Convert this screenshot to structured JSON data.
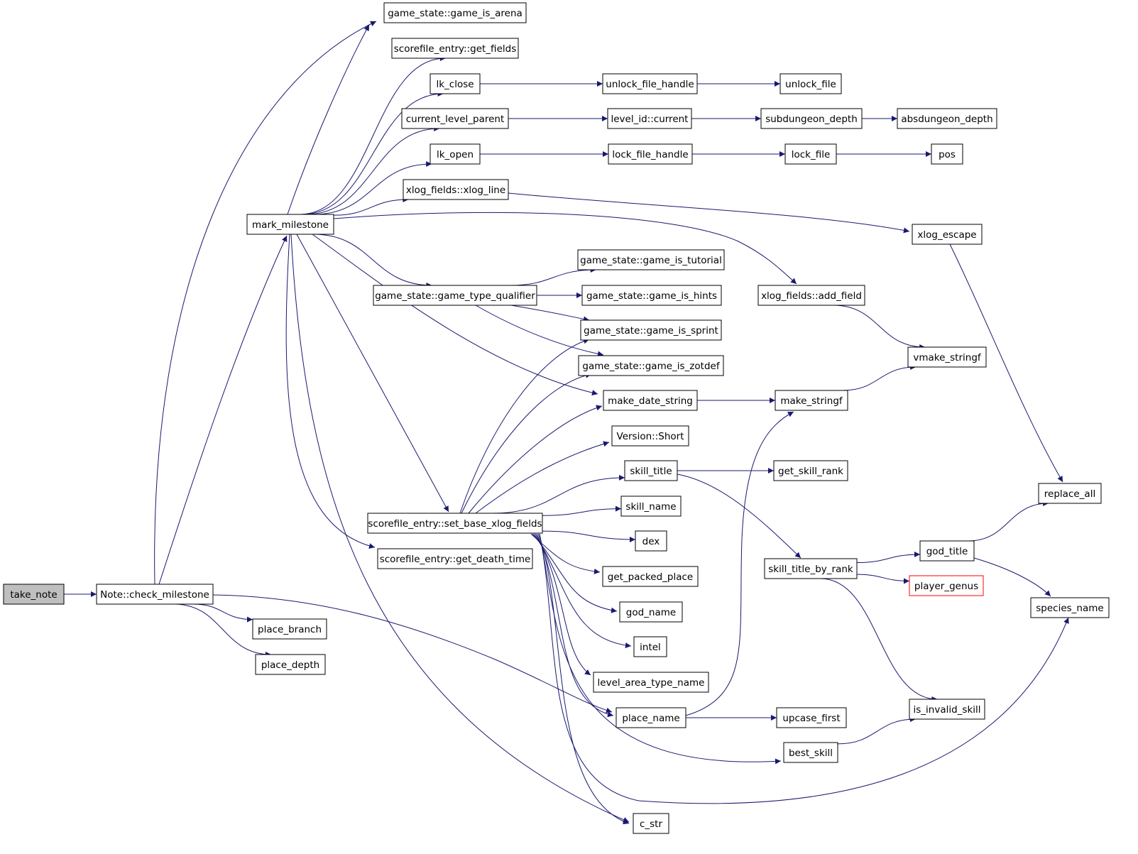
{
  "graph": {
    "edge_color": "#191970",
    "root_fill": "#bfbfbf",
    "external_border": "#ff0000",
    "nodes": [
      {
        "id": "take_note",
        "label": "take_note",
        "style": "root"
      },
      {
        "id": "check_milestone",
        "label": "Note::check_milestone"
      },
      {
        "id": "mark_milestone",
        "label": "mark_milestone"
      },
      {
        "id": "place_branch",
        "label": "place_branch"
      },
      {
        "id": "place_depth",
        "label": "place_depth"
      },
      {
        "id": "game_is_arena",
        "label": "game_state::game_is_arena"
      },
      {
        "id": "get_fields",
        "label": "scorefile_entry::get_fields"
      },
      {
        "id": "lk_close",
        "label": "lk_close"
      },
      {
        "id": "current_level_parent",
        "label": "current_level_parent"
      },
      {
        "id": "lk_open",
        "label": "lk_open"
      },
      {
        "id": "xlog_line",
        "label": "xlog_fields::xlog_line"
      },
      {
        "id": "game_type_qualifier",
        "label": "game_state::game_type_qualifier"
      },
      {
        "id": "set_base_xlog_fields",
        "label": "scorefile_entry::set_base_xlog_fields"
      },
      {
        "id": "get_death_time",
        "label": "scorefile_entry::get_death_time"
      },
      {
        "id": "unlock_file_handle",
        "label": "unlock_file_handle"
      },
      {
        "id": "level_id_current",
        "label": "level_id::current"
      },
      {
        "id": "lock_file_handle",
        "label": "lock_file_handle"
      },
      {
        "id": "game_is_tutorial",
        "label": "game_state::game_is_tutorial"
      },
      {
        "id": "game_is_hints",
        "label": "game_state::game_is_hints"
      },
      {
        "id": "game_is_sprint",
        "label": "game_state::game_is_sprint"
      },
      {
        "id": "game_is_zotdef",
        "label": "game_state::game_is_zotdef"
      },
      {
        "id": "make_date_string",
        "label": "make_date_string"
      },
      {
        "id": "version_short",
        "label": "Version::Short"
      },
      {
        "id": "skill_title",
        "label": "skill_title"
      },
      {
        "id": "skill_name",
        "label": "skill_name"
      },
      {
        "id": "dex",
        "label": "dex"
      },
      {
        "id": "get_packed_place",
        "label": "get_packed_place"
      },
      {
        "id": "god_name",
        "label": "god_name"
      },
      {
        "id": "intel",
        "label": "intel"
      },
      {
        "id": "level_area_type_name",
        "label": "level_area_type_name"
      },
      {
        "id": "place_name",
        "label": "place_name"
      },
      {
        "id": "c_str",
        "label": "c_str"
      },
      {
        "id": "unlock_file",
        "label": "unlock_file"
      },
      {
        "id": "subdungeon_depth",
        "label": "subdungeon_depth"
      },
      {
        "id": "lock_file",
        "label": "lock_file"
      },
      {
        "id": "xlog_add_field",
        "label": "xlog_fields::add_field"
      },
      {
        "id": "make_stringf",
        "label": "make_stringf"
      },
      {
        "id": "get_skill_rank",
        "label": "get_skill_rank"
      },
      {
        "id": "skill_title_by_rank",
        "label": "skill_title_by_rank"
      },
      {
        "id": "upcase_first",
        "label": "upcase_first"
      },
      {
        "id": "best_skill",
        "label": "best_skill"
      },
      {
        "id": "absdungeon_depth",
        "label": "absdungeon_depth"
      },
      {
        "id": "pos",
        "label": "pos"
      },
      {
        "id": "xlog_escape",
        "label": "xlog_escape"
      },
      {
        "id": "vmake_stringf",
        "label": "vmake_stringf"
      },
      {
        "id": "god_title",
        "label": "god_title"
      },
      {
        "id": "player_genus",
        "label": "player_genus",
        "style": "external"
      },
      {
        "id": "is_invalid_skill",
        "label": "is_invalid_skill"
      },
      {
        "id": "replace_all",
        "label": "replace_all"
      },
      {
        "id": "species_name",
        "label": "species_name"
      }
    ],
    "edges": [
      [
        "take_note",
        "check_milestone"
      ],
      [
        "check_milestone",
        "mark_milestone"
      ],
      [
        "check_milestone",
        "game_is_arena"
      ],
      [
        "check_milestone",
        "place_branch"
      ],
      [
        "check_milestone",
        "place_depth"
      ],
      [
        "check_milestone",
        "place_name"
      ],
      [
        "mark_milestone",
        "game_is_arena"
      ],
      [
        "mark_milestone",
        "get_fields"
      ],
      [
        "mark_milestone",
        "lk_close"
      ],
      [
        "mark_milestone",
        "current_level_parent"
      ],
      [
        "mark_milestone",
        "lk_open"
      ],
      [
        "mark_milestone",
        "xlog_line"
      ],
      [
        "mark_milestone",
        "xlog_add_field"
      ],
      [
        "mark_milestone",
        "game_type_qualifier"
      ],
      [
        "mark_milestone",
        "make_date_string"
      ],
      [
        "mark_milestone",
        "set_base_xlog_fields"
      ],
      [
        "mark_milestone",
        "get_death_time"
      ],
      [
        "mark_milestone",
        "c_str"
      ],
      [
        "lk_close",
        "unlock_file_handle"
      ],
      [
        "unlock_file_handle",
        "unlock_file"
      ],
      [
        "current_level_parent",
        "level_id_current"
      ],
      [
        "level_id_current",
        "subdungeon_depth"
      ],
      [
        "subdungeon_depth",
        "absdungeon_depth"
      ],
      [
        "lk_open",
        "lock_file_handle"
      ],
      [
        "lock_file_handle",
        "lock_file"
      ],
      [
        "lock_file",
        "pos"
      ],
      [
        "xlog_line",
        "xlog_escape"
      ],
      [
        "xlog_escape",
        "replace_all"
      ],
      [
        "xlog_add_field",
        "vmake_stringf"
      ],
      [
        "game_type_qualifier",
        "game_is_tutorial"
      ],
      [
        "game_type_qualifier",
        "game_is_hints"
      ],
      [
        "game_type_qualifier",
        "game_is_sprint"
      ],
      [
        "game_type_qualifier",
        "game_is_zotdef"
      ],
      [
        "set_base_xlog_fields",
        "game_is_sprint"
      ],
      [
        "set_base_xlog_fields",
        "game_is_zotdef"
      ],
      [
        "set_base_xlog_fields",
        "make_date_string"
      ],
      [
        "set_base_xlog_fields",
        "version_short"
      ],
      [
        "set_base_xlog_fields",
        "skill_title"
      ],
      [
        "set_base_xlog_fields",
        "skill_name"
      ],
      [
        "set_base_xlog_fields",
        "dex"
      ],
      [
        "set_base_xlog_fields",
        "get_packed_place"
      ],
      [
        "set_base_xlog_fields",
        "god_name"
      ],
      [
        "set_base_xlog_fields",
        "intel"
      ],
      [
        "set_base_xlog_fields",
        "level_area_type_name"
      ],
      [
        "set_base_xlog_fields",
        "place_name"
      ],
      [
        "set_base_xlog_fields",
        "best_skill"
      ],
      [
        "set_base_xlog_fields",
        "species_name"
      ],
      [
        "set_base_xlog_fields",
        "c_str"
      ],
      [
        "make_date_string",
        "make_stringf"
      ],
      [
        "make_stringf",
        "vmake_stringf"
      ],
      [
        "place_name",
        "make_stringf"
      ],
      [
        "place_name",
        "upcase_first"
      ],
      [
        "skill_title",
        "get_skill_rank"
      ],
      [
        "skill_title",
        "skill_title_by_rank"
      ],
      [
        "skill_title_by_rank",
        "god_title"
      ],
      [
        "skill_title_by_rank",
        "player_genus"
      ],
      [
        "skill_title_by_rank",
        "is_invalid_skill"
      ],
      [
        "best_skill",
        "is_invalid_skill"
      ],
      [
        "god_title",
        "replace_all"
      ],
      [
        "god_title",
        "species_name"
      ]
    ]
  }
}
